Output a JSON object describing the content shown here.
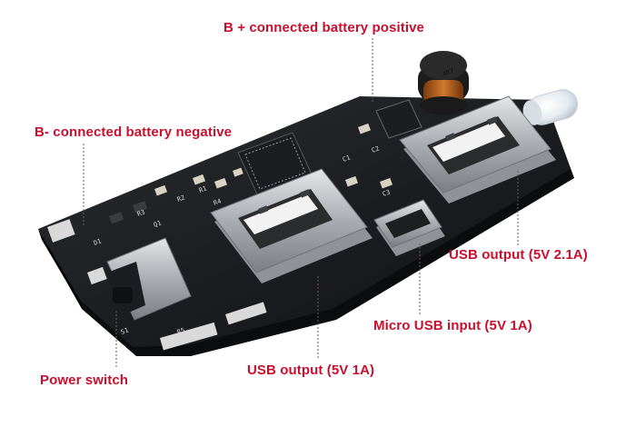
{
  "labels": {
    "b_plus": "B + connected battery positive",
    "b_minus": "B- connected battery negative",
    "usb_out_21a": "USB output (5V 2.1A)",
    "micro_usb_in": "Micro USB input (5V 1A)",
    "usb_out_1a": "USB output (5V 1A)",
    "power_switch": "Power switch"
  },
  "board_markings": [
    "R1",
    "R2",
    "R3",
    "R4",
    "R5",
    "C1",
    "C2",
    "C3",
    "D1",
    "Q1",
    "S1",
    "4R7"
  ],
  "colors": {
    "label": "#c8102e",
    "pcb": "#15171a",
    "metal": "#b8bcc0",
    "copper": "#b8641e"
  }
}
